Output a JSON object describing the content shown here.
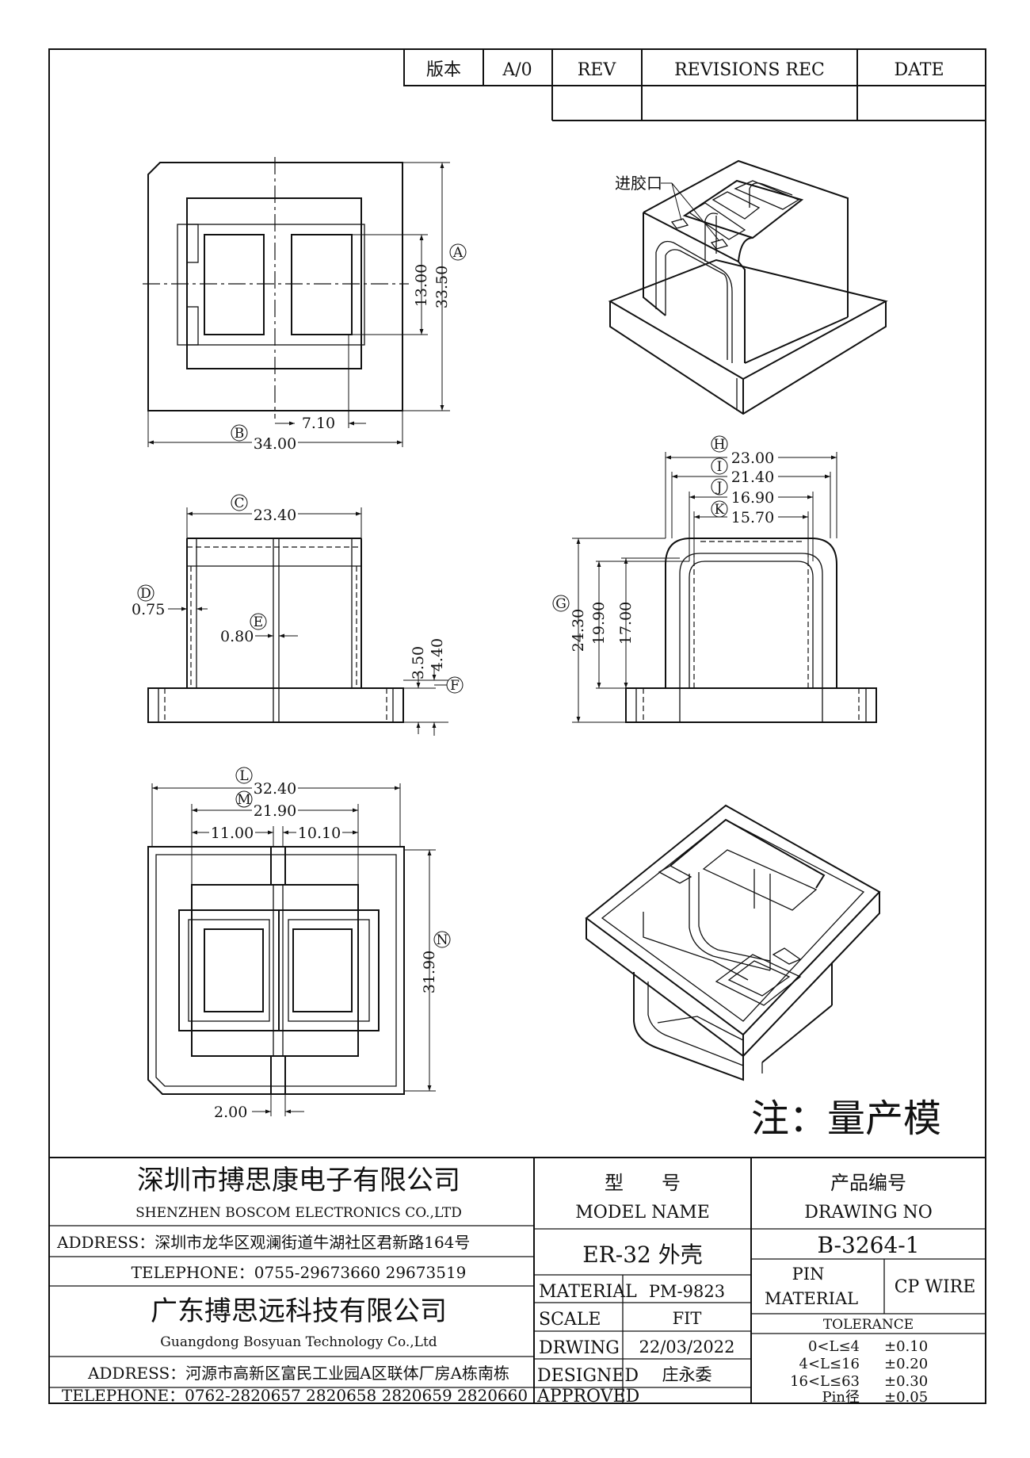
{
  "revision_table": {
    "version_label": "版本",
    "version_value": "A/0",
    "rev_label": "REV",
    "revisions_label": "REVISIONS REC",
    "date_label": "DATE"
  },
  "top_view": {
    "dim_A": {
      "marker": "A",
      "value": "33.50"
    },
    "dim_inner": "13.00",
    "dim_B": {
      "marker": "B",
      "value": "34.00"
    },
    "dim_710": "7.10"
  },
  "iso_top": {
    "gate_label": "进胶口"
  },
  "front_view": {
    "dim_C": {
      "marker": "C",
      "value": "23.40"
    },
    "dim_D": {
      "marker": "D",
      "value": "0.75"
    },
    "dim_E": {
      "marker": "E",
      "value": "0.80"
    },
    "dim_350": "3.50",
    "dim_440": "4.40",
    "dim_F": {
      "marker": "F"
    }
  },
  "side_view": {
    "dim_H": {
      "marker": "H",
      "value": "23.00"
    },
    "dim_I": {
      "marker": "I",
      "value": "21.40"
    },
    "dim_J": {
      "marker": "J",
      "value": "16.90"
    },
    "dim_K": {
      "marker": "K",
      "value": "15.70"
    },
    "dim_G": {
      "marker": "G",
      "value": "24.30"
    },
    "dim_1990": "19.90",
    "dim_1700": "17.00"
  },
  "bottom_view": {
    "dim_L": {
      "marker": "L",
      "value": "32.40"
    },
    "dim_M": {
      "marker": "M",
      "value": "21.90"
    },
    "dim_1100": "11.00",
    "dim_1010": "10.10",
    "dim_N": {
      "marker": "N",
      "value": "31.90"
    },
    "dim_200": "2.00"
  },
  "note": "注：量产模",
  "title_block": {
    "company1_cn": "深圳市搏思康电子有限公司",
    "company1_en": "SHENZHEN BOSCOM ELECTRONICS CO.,LTD",
    "address1": "ADDRESS：深圳市龙华区观澜街道牛湖社区君新路164号",
    "telephone1": "TELEPHONE：0755-29673660 29673519",
    "company2_cn": "广东搏思远科技有限公司",
    "company2_en": "Guangdong Bosyuan Technology Co.,Ltd",
    "address2": "ADDRESS：河源市高新区富民工业园A区联体厂房A栋南栋",
    "telephone2": "TELEPHONE：0762-2820657 2820658 2820659 2820660",
    "model_cn": "型　　号",
    "model_en": "MODEL NAME",
    "model_value": "ER-32 外壳",
    "drawing_cn": "产品编号",
    "drawing_en": "DRAWING NO",
    "drawing_value": "B-3264-1",
    "material_label": "MATERIAL",
    "material_value": "PM-9823",
    "scale_label": "SCALE",
    "scale_value": "FIT",
    "drwing_label": "DRWING",
    "drwing_value": "22/03/2022",
    "designed_label": "DESIGNED",
    "designed_value": "庄永委",
    "approved_label": "APPROVED",
    "approved_value": "",
    "pin_label": "PIN",
    "pin_material_label": "MATERIAL",
    "pin_material_value": "CP WIRE",
    "tolerance_label": "TOLERANCE",
    "tolerances": [
      {
        "range": "0<L≤4",
        "value": "±0.10"
      },
      {
        "range": "4<L≤16",
        "value": "±0.20"
      },
      {
        "range": "16<L≤63",
        "value": "±0.30"
      },
      {
        "range": "Pin径",
        "value": "±0.05"
      }
    ]
  }
}
